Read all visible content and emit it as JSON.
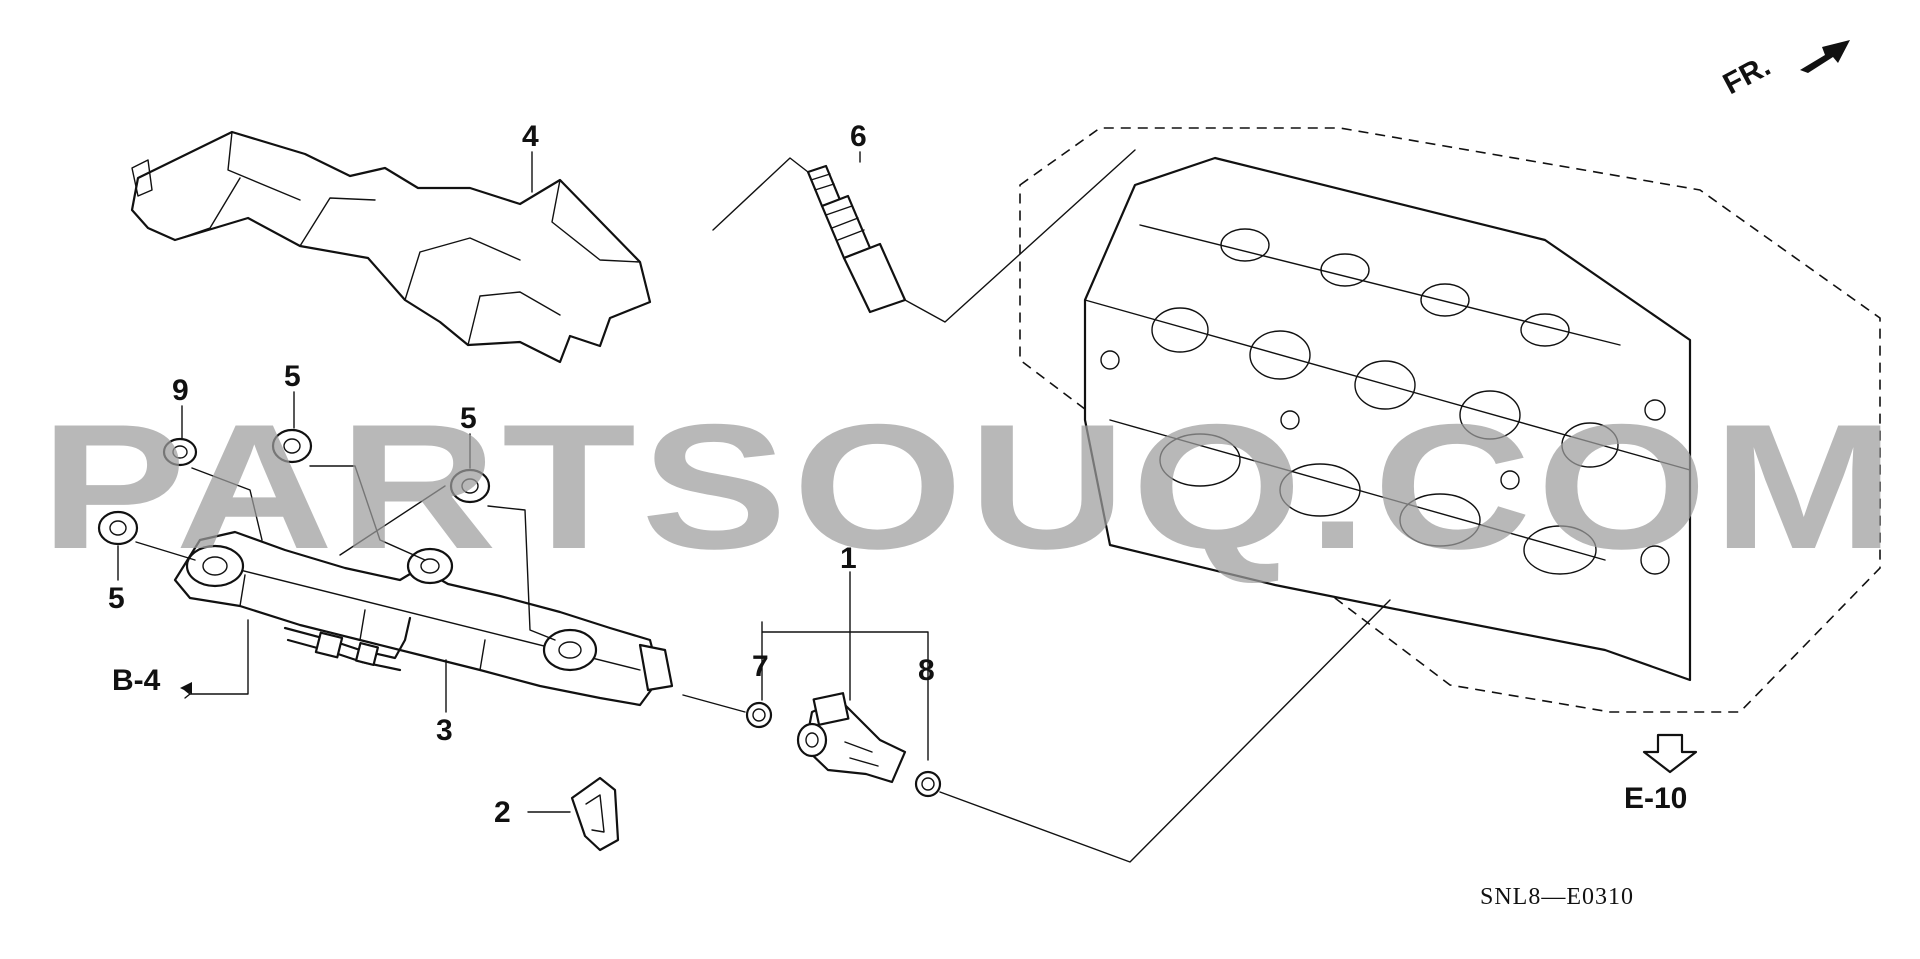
{
  "diagram": {
    "drawing_code": "SNL8—E0310",
    "front_indicator": "FR.",
    "watermark": "PARTSOUQ.COM",
    "cross_refs": {
      "left": "B-4",
      "down": "E-10"
    },
    "callouts": {
      "c1": "1",
      "c2": "2",
      "c3": "3",
      "c4": "4",
      "c5a": "5",
      "c5b": "5",
      "c5c": "5",
      "c6": "6",
      "c7": "7",
      "c8": "8",
      "c9": "9"
    }
  }
}
